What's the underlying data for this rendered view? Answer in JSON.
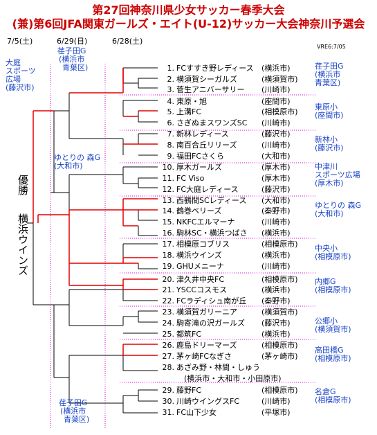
{
  "title": {
    "line1": "第27回神奈川県少女サッカー春季大会",
    "line2": "(兼)第6回JFA関東ガールズ・エイト(U-12)サッカー大会神奈川予選会"
  },
  "dates": {
    "d1": "7/5(土)",
    "d2": "6/29(日)",
    "d3": "6/28(土)"
  },
  "version": "VRE6:7/05",
  "venues": {
    "ohba": [
      "大庭",
      "スポーツ",
      "広場",
      "(藤沢市)"
    ],
    "yotsugidai_top": [
      "荏子田G",
      "(横浜市",
      "青葉区)"
    ],
    "yutori_top": [
      "ゆとりの 森G",
      "(大和市)"
    ],
    "yotsugidai_bottom": [
      "荏子田G",
      "(横浜市",
      "青葉区)"
    ]
  },
  "groups": [
    {
      "venue": [
        "荏子田G",
        "(横浜市",
        "青葉区)"
      ]
    },
    {
      "venue": [
        "東原小",
        "(座間市)"
      ]
    },
    {
      "venue": [
        "新林小",
        "(藤沢市)"
      ]
    },
    {
      "venue": [
        "中津川",
        "スポーツ広場",
        "(厚木市)"
      ]
    },
    {
      "venue": [
        "ゆとりの 森G",
        "(大和市)"
      ]
    },
    {
      "venue": [
        "中央小",
        "(相模原市)"
      ]
    },
    {
      "venue": [
        "内郷G",
        "(相模原市)"
      ]
    },
    {
      "venue": [
        "公郷小",
        "(横須賀市)"
      ]
    },
    {
      "venue": [
        "高田橋G",
        "(相模原市)"
      ]
    },
    {
      "venue": [
        "名倉G",
        "(相模原市)"
      ]
    }
  ],
  "teams": [
    {
      "n": "1.",
      "name": "FCすすき野レディース",
      "city": "(横浜市)"
    },
    {
      "n": "2.",
      "name": "横須賀シーガルズ",
      "city": "(横須賀市)"
    },
    {
      "n": "3.",
      "name": "菅生アニバーサリー",
      "city": "(川崎市)"
    },
    {
      "n": "4.",
      "name": "東原・旭",
      "city": "(座間市)"
    },
    {
      "n": "5.",
      "name": "上溝FC",
      "city": "(相模原市)"
    },
    {
      "n": "6.",
      "name": "さぎぬまスワンズSC",
      "city": "(川崎市)"
    },
    {
      "n": "7.",
      "name": "新林レディース",
      "city": "(藤沢市)"
    },
    {
      "n": "8.",
      "name": "南百合丘リリーズ",
      "city": "(川崎市)"
    },
    {
      "n": "9.",
      "name": "福田FCさくら",
      "city": "(大和市)"
    },
    {
      "n": "10.",
      "name": "厚木ガールズ",
      "city": "(厚木市)"
    },
    {
      "n": "11.",
      "name": "FC Viso",
      "city": "(厚木市)"
    },
    {
      "n": "12.",
      "name": "FC大庭レディース",
      "city": "(藤沢市)"
    },
    {
      "n": "13.",
      "name": "西鶴間SCレディース",
      "city": "(大和市)"
    },
    {
      "n": "14.",
      "name": "鶴巻ベリーズ",
      "city": "(秦野市)"
    },
    {
      "n": "15.",
      "name": "NKFCエルマーナ",
      "city": "(川崎市)"
    },
    {
      "n": "16.",
      "name": "駒林SC・横浜つばさ",
      "city": "(横浜市)"
    },
    {
      "n": "17.",
      "name": "相模原コブリス",
      "city": "(相模原市)"
    },
    {
      "n": "18.",
      "name": "横浜ウインズ",
      "city": "(横浜市)"
    },
    {
      "n": "19.",
      "name": "GHUメニーナ",
      "city": "(川崎市)"
    },
    {
      "n": "20.",
      "name": "津久井中央FC",
      "city": "(相模原市)"
    },
    {
      "n": "21.",
      "name": "YSCCコスモス",
      "city": "(横浜市)"
    },
    {
      "n": "22.",
      "name": "FCラディシュ南が丘",
      "city": "(秦野市)"
    },
    {
      "n": "23.",
      "name": "横須賀ガリーニア",
      "city": "(横須賀市)"
    },
    {
      "n": "24.",
      "name": "駒寄滝の沢ガールズ",
      "city": "(藤沢市)"
    },
    {
      "n": "25.",
      "name": "都筑FC",
      "city": "(横浜市)"
    },
    {
      "n": "26.",
      "name": "鹿島ドリーマーズ",
      "city": "(相模原市)"
    },
    {
      "n": "27.",
      "name": "茅ヶ崎FCなぎさ",
      "city": "(茅ヶ崎市)"
    },
    {
      "n": "28.",
      "name": "あざみ野・林間・しゅう",
      "city": ""
    },
    {
      "n": "29.",
      "name": "藤野FC",
      "city": "(相模原市)"
    },
    {
      "n": "30.",
      "name": "川崎ウイングスFC",
      "city": "(川崎市)"
    },
    {
      "n": "31.",
      "name": "FC山下少女",
      "city": "(平塚市)"
    }
  ],
  "team28_cities": "(横浜市・大和市・小田原市)",
  "result": {
    "label": "優勝",
    "winner": "横浜ウインズ"
  },
  "colors": {
    "title": "#cc0000",
    "venue_text": "#1a44c8",
    "bracket_black": "#000000",
    "bracket_red": "#e00000",
    "dotted": "#e000e0"
  }
}
